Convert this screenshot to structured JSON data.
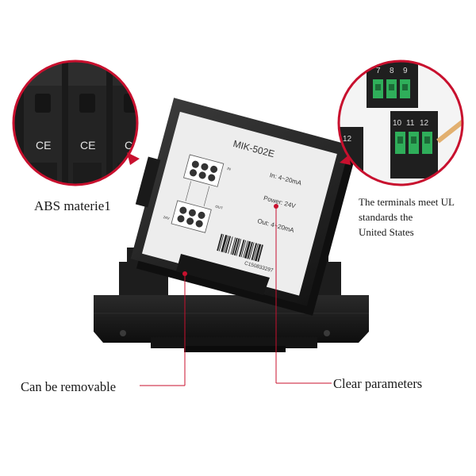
{
  "product": {
    "model": "MIK-502E",
    "input_label": "In: 4~20mA",
    "power_label": "Power: 24V",
    "output_label": "Out: 4~20mA",
    "serial": "C150833297",
    "wiring_in_label": "IN",
    "wiring_out_label": "OUT",
    "wiring_24v_label": "24V"
  },
  "callouts": {
    "abs_material": "ABS materie1",
    "terminals_line1": "The terminals meet UL",
    "terminals_line2": "standards the",
    "terminals_line3": "United States",
    "removable": "Can be removable",
    "clear_parameters": "Clear parameters"
  },
  "terminal_numbers": {
    "top_row": [
      "7",
      "8",
      "9"
    ],
    "bottom_row": [
      "10",
      "11",
      "12"
    ],
    "side": "12"
  },
  "ce_mark": "CE",
  "colors": {
    "accent_red": "#c8102e",
    "housing": "#1c1c1c",
    "label_bg": "#ececec",
    "terminal_green": "#2fae5a"
  }
}
